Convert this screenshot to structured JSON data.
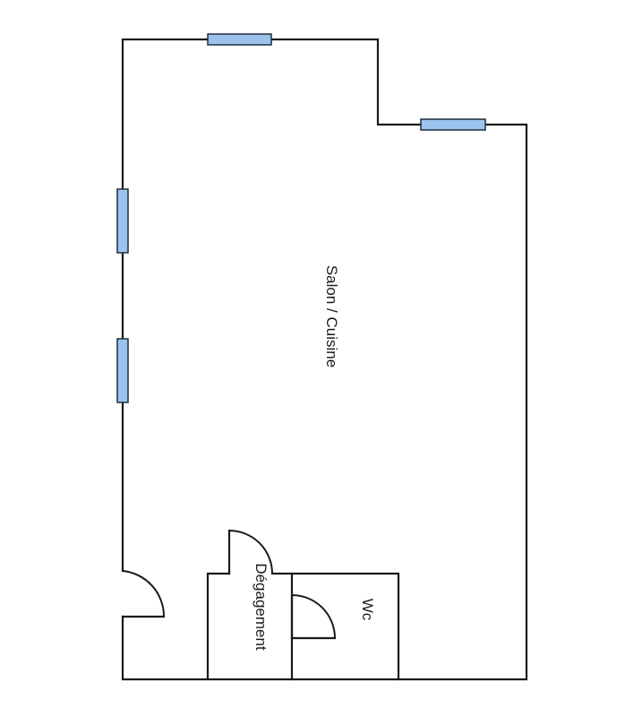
{
  "plan": {
    "window_color": "#9cc3ee",
    "wall_color": "#1a1a1a",
    "rooms": {
      "salon_cuisine": "Salon / Cuisine",
      "degagement": "Dégagement",
      "wc": "Wc"
    }
  }
}
